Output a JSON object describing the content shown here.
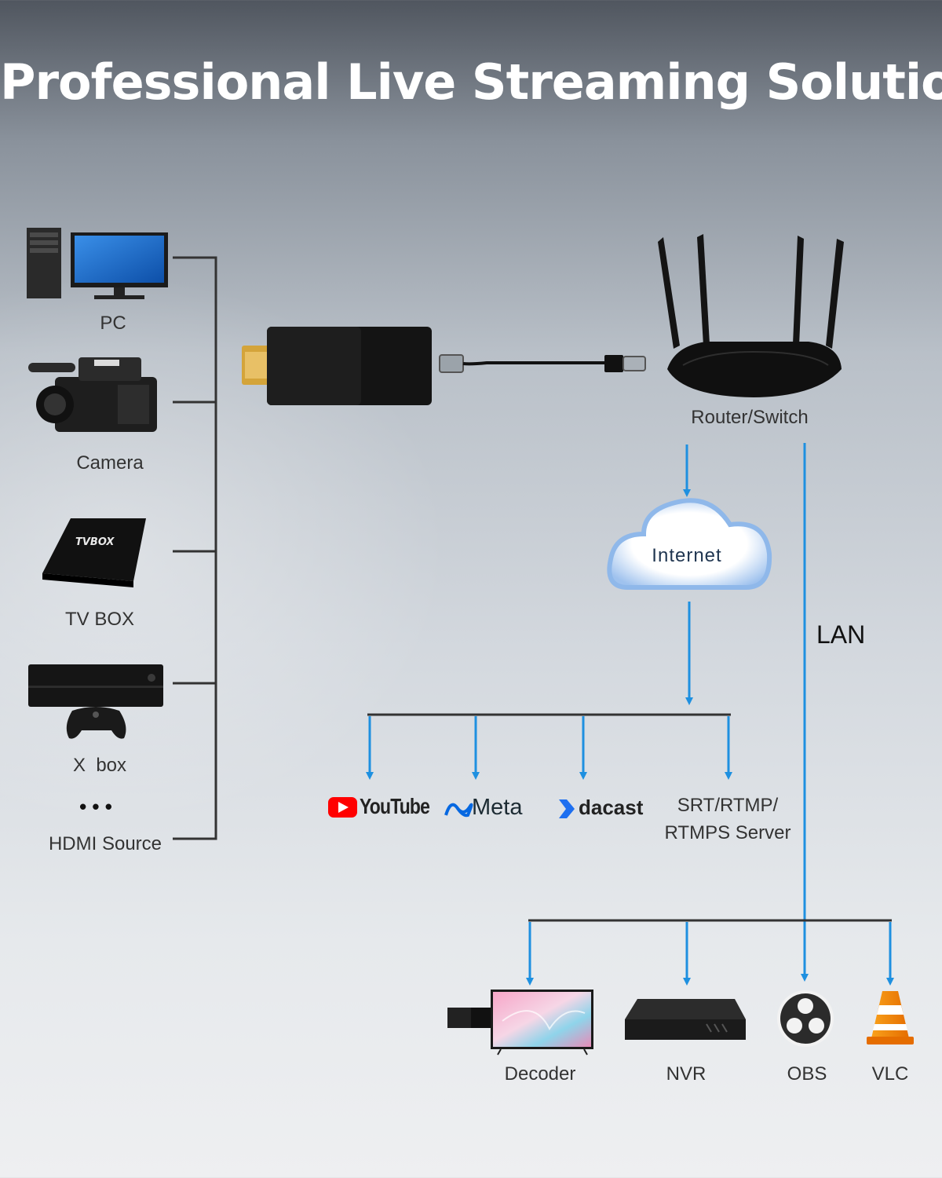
{
  "title": "Professional Live Streaming Solution",
  "sources": [
    {
      "label": "PC"
    },
    {
      "label": "Camera"
    },
    {
      "label": "TV BOX"
    },
    {
      "label": "X  box"
    },
    {
      "label": "HDMI Source"
    }
  ],
  "ellipsis": "• • •",
  "tvbox_logo": "TVBOX",
  "router_label": "Router/Switch",
  "cloud_label": "Internet",
  "lan_label": "LAN",
  "platforms": {
    "youtube": "YouTube",
    "meta": "Meta",
    "dacast": "dacast",
    "server_line1": "SRT/RTMP/",
    "server_line2": "RTMPS Server"
  },
  "receivers": [
    {
      "label": "Decoder"
    },
    {
      "label": "NVR"
    },
    {
      "label": "OBS"
    },
    {
      "label": "VLC"
    }
  ],
  "colors": {
    "arrow_blue": "#1e90e0",
    "bracket_dark": "#333333",
    "youtube_red": "#ff0000",
    "meta_blue": "#0668e1",
    "dacast_blue": "#1e6ff0",
    "vlc_orange": "#f08a00"
  }
}
